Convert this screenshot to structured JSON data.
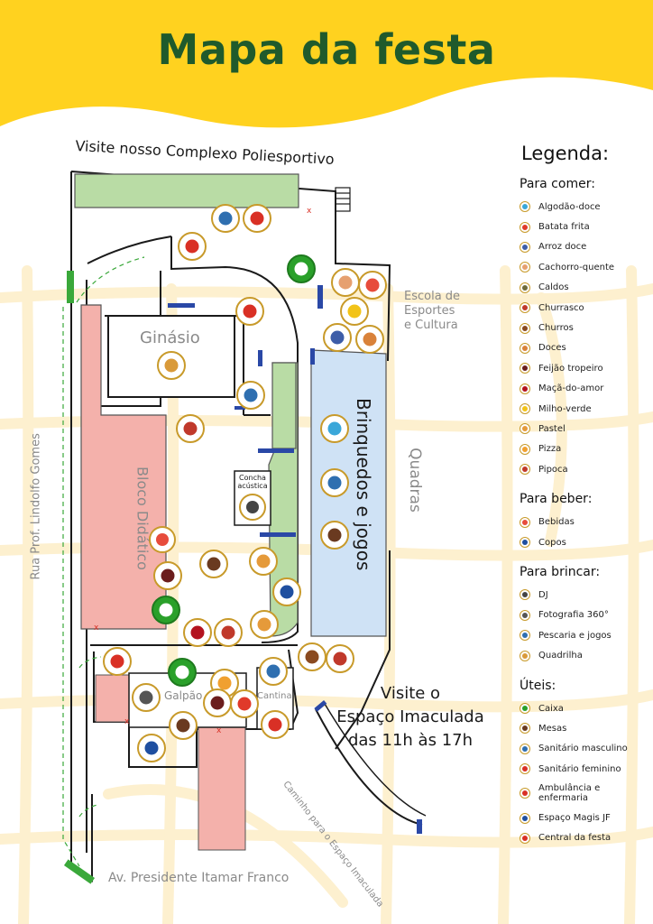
{
  "header": {
    "title": "Mapa da festa"
  },
  "map": {
    "visit_complex": "Visite nosso Complexo Poliesportivo",
    "escola": [
      "Escola de",
      "Esportes",
      "e Cultura"
    ],
    "ginasio": "Ginásio",
    "bloco": "Bloco Didático",
    "concha": [
      "Concha",
      "acústica"
    ],
    "brinquedos": "Brinquedos e jogos",
    "quadras": "Quadras",
    "galpao": "Galpão",
    "cantina": "Cantina",
    "rua": "Rua Prof. Lindolfo Gomes",
    "avenida": "Av. Presidente Itamar Franco",
    "caminho": "Caminho para o Espaço Imaculada",
    "visit_imaculada": [
      "Visite o",
      "Espaço Imaculada",
      "das 11h às 17h"
    ]
  },
  "legend": {
    "title": "Legenda:",
    "comer_title": "Para comer:",
    "comer": [
      {
        "label": "Algodão-doce",
        "icon": "cotton-candy-icon",
        "color": "#3aa7d9"
      },
      {
        "label": "Batata frita",
        "icon": "fries-icon",
        "color": "#e03a2a"
      },
      {
        "label": "Arroz doce",
        "icon": "rice-pudding-icon",
        "color": "#3d5da8"
      },
      {
        "label": "Cachorro-quente",
        "icon": "hot-dog-icon",
        "color": "#e6a070"
      },
      {
        "label": "Caldos",
        "icon": "soup-icon",
        "color": "#6f6a3a"
      },
      {
        "label": "Churrasco",
        "icon": "skewer-icon",
        "color": "#c0392b"
      },
      {
        "label": "Churros",
        "icon": "churros-icon",
        "color": "#8a4a20"
      },
      {
        "label": "Doces",
        "icon": "sweets-icon",
        "color": "#d9823a"
      },
      {
        "label": "Feijão tropeiro",
        "icon": "beans-icon",
        "color": "#6b1d1d"
      },
      {
        "label": "Maçã-do-amor",
        "icon": "candy-apple-icon",
        "color": "#b3121f"
      },
      {
        "label": "Milho-verde",
        "icon": "corn-icon",
        "color": "#f2c318"
      },
      {
        "label": "Pastel",
        "icon": "pastel-icon",
        "color": "#e59a3a"
      },
      {
        "label": "Pizza",
        "icon": "pizza-icon",
        "color": "#f0a030"
      },
      {
        "label": "Pipoca",
        "icon": "popcorn-icon",
        "color": "#c0392b"
      }
    ],
    "beber_title": "Para beber:",
    "beber": [
      {
        "label": "Bebidas",
        "icon": "drink-icon",
        "color": "#e74c3c"
      },
      {
        "label": "Copos",
        "icon": "cup-icon",
        "color": "#1f4fa0"
      }
    ],
    "brincar_title": "Para brincar:",
    "brincar": [
      {
        "label": "DJ",
        "icon": "headphones-icon",
        "color": "#444444"
      },
      {
        "label": "Fotografia 360°",
        "icon": "camera-icon",
        "color": "#555555"
      },
      {
        "label": "Pescaria e jogos",
        "icon": "fishing-icon",
        "color": "#2f6fb0"
      },
      {
        "label": "Quadrilha",
        "icon": "straw-hat-icon",
        "color": "#d99a3a"
      }
    ],
    "uteis_title": "Úteis:",
    "uteis": [
      {
        "label": "Caixa",
        "icon": "money-icon",
        "color": "#2aa02a"
      },
      {
        "label": "Mesas",
        "icon": "table-icon",
        "color": "#6a3a20"
      },
      {
        "label": "Sanitário masculino",
        "icon": "male-toilet-icon",
        "color": "#2f6fb0"
      },
      {
        "label": "Sanitário feminino",
        "icon": "female-toilet-icon",
        "color": "#d93025"
      },
      {
        "label": "Ambulância e enfermaria",
        "icon": "first-aid-icon",
        "color": "#d93025"
      },
      {
        "label": "Espaço Magis JF",
        "icon": "magis-icon",
        "color": "#1f4fa0"
      },
      {
        "label": "Central da festa",
        "icon": "info-icon",
        "color": "#d93025"
      }
    ]
  },
  "colors": {
    "accent": "#ffd21f",
    "title": "#1f5a2c",
    "green_area": "#b9dca5",
    "pink_area": "#f4b1ab",
    "blue_area": "#cfe2f5",
    "road": "#fdf0cf"
  }
}
